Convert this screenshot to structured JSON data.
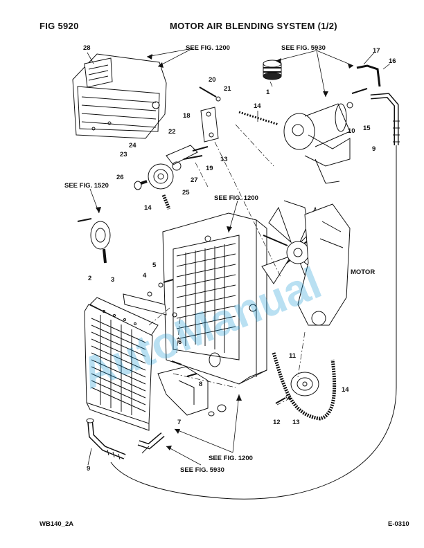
{
  "header": {
    "fig_label": "FIG   5920",
    "title": "MOTOR AIR BLENDING SYSTEM (1/2)"
  },
  "footer": {
    "left": "WB140_2A",
    "right": "E-0310"
  },
  "watermark": {
    "text": "AutoManual",
    "color": "#1a9ad6"
  },
  "labels": {
    "n1": "1",
    "n2": "2",
    "n3": "3",
    "n4": "4",
    "n5": "5",
    "n6": "6",
    "n7": "7",
    "n8": "8",
    "n9a": "9",
    "n9b": "9",
    "n10": "10",
    "n11": "11",
    "n12": "12",
    "n13a": "13",
    "n13b": "13",
    "n14a": "14",
    "n14b": "14",
    "n14c": "14",
    "n15": "15",
    "n16": "16",
    "n17": "17",
    "n18": "18",
    "n19": "19",
    "n20": "20",
    "n21": "21",
    "n22": "22",
    "n23": "23",
    "n24": "24",
    "n25": "25",
    "n26": "26",
    "n27": "27",
    "n28": "28",
    "motor": "MOTOR"
  },
  "references": {
    "fig1200_top": "SEE FIG. 1200",
    "fig5930_top": "SEE FIG. 5930",
    "fig1520": "SEE FIG. 1520",
    "fig1200_mid": "SEE FIG. 1200",
    "fig1200_bottom": "SEE FIG. 1200",
    "fig5930_bottom": "SEE FIG. 5930"
  }
}
